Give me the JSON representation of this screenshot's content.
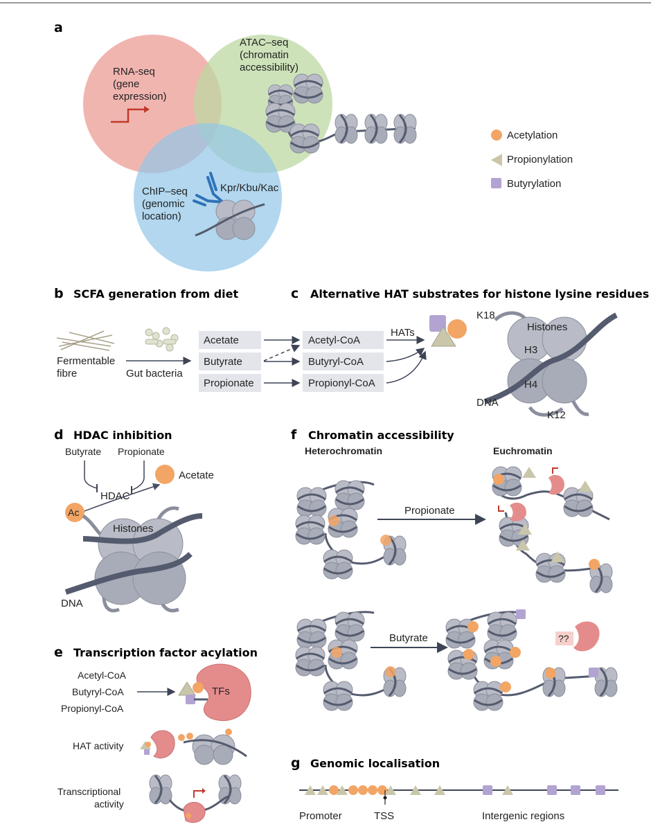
{
  "panels": {
    "a": {
      "letter": "a",
      "rna": [
        "RNA-seq",
        "(gene",
        "expression)"
      ],
      "atac": [
        "ATAC–seq",
        "(chromatin",
        "accessibility)"
      ],
      "chip": [
        "ChIP–seq",
        "(genomic",
        "location)"
      ],
      "antibody_label": "Kpr/Kbu/Kac"
    },
    "legend": {
      "items": [
        {
          "label": "Acetylation",
          "shape": "circle",
          "color": "#f2a565"
        },
        {
          "label": "Propionylation",
          "shape": "triangle",
          "color": "#c9c6aa"
        },
        {
          "label": "Butyrylation",
          "shape": "square",
          "color": "#b3a3d3"
        }
      ]
    },
    "b": {
      "letter": "b",
      "title": "SCFA generation from diet",
      "fibre": [
        "Fermentable",
        "fibre"
      ],
      "bacteria": "Gut bacteria",
      "scfas": [
        "Acetate",
        "Butyrate",
        "Propionate"
      ]
    },
    "c": {
      "letter": "c",
      "title": "Alternative HAT substrates for histone lysine residues",
      "coas": [
        "Acetyl-CoA",
        "Butyryl-CoA",
        "Propionyl-CoA"
      ],
      "hats": "HATs",
      "k18": "K18",
      "histones": "Histones",
      "h3": "H3",
      "h4": "H4",
      "dna": "DNA",
      "k12": "K12"
    },
    "d": {
      "letter": "d",
      "title": "HDAC inhibition",
      "butyrate": "Butyrate",
      "propionate": "Propionate",
      "acetate": "Acetate",
      "hdac": "HDAC",
      "ac": "Ac",
      "histones": "Histones",
      "dna": "DNA"
    },
    "e": {
      "letter": "e",
      "title": "Transcription factor acylation",
      "coas": [
        "Acetyl-CoA",
        "Butyryl-CoA",
        "Propionyl-CoA"
      ],
      "tfs": "TFs",
      "hat_activity": "HAT activity",
      "transcriptional": [
        "Transcriptional",
        "activity"
      ]
    },
    "f": {
      "letter": "f",
      "title": "Chromatin accessibility",
      "heterochromatin": "Heterochromatin",
      "euchromatin": "Euchromatin",
      "propionate": "Propionate",
      "butyrate": "Butyrate",
      "unknown": "??"
    },
    "g": {
      "letter": "g",
      "title": "Genomic localisation",
      "promoter": "Promoter",
      "tss": "TSS",
      "intergenic": "Intergenic regions"
    }
  },
  "colors": {
    "acetyl": "#f2a565",
    "propionyl": "#c9c6aa",
    "butyryl": "#b3a3d3",
    "histone": "#b9bcc6",
    "dna": "#555b6e",
    "arrow": "#3d4456",
    "tf": "#e48c8c",
    "venn_red": "#ec9c95",
    "venn_green": "#bcd8a2",
    "venn_blue": "#92c6e8"
  }
}
